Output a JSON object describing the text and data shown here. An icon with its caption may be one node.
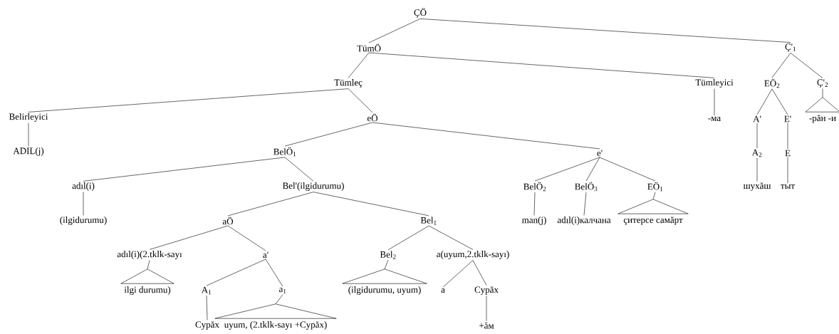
{
  "diagram": {
    "nodes": [
      {
        "text": [
          "ÇÖ"
        ]
      },
      {
        "text": [
          "TümÖ"
        ]
      },
      {
        "text": [
          "Ç'$_{1}$"
        ]
      },
      {
        "text": [
          "Tümleç"
        ]
      },
      {
        "text": [
          "Tümleyici"
        ]
      },
      {
        "text": [
          "EÖ$_{2}$"
        ]
      },
      {
        "text": [
          "Ç'$_{2}$"
        ]
      },
      {
        "text": [
          "Belirleyici"
        ]
      },
      {
        "text": [
          "eÖ"
        ]
      },
      {
        "text": [
          "-ма"
        ]
      },
      {
        "text": [
          "A'"
        ]
      },
      {
        "text": [
          "E'"
        ]
      },
      {
        "text": [],
        "shape": "triangle",
        "beside": [
          "-рăн -и"
        ]
      },
      {
        "text": [
          "ADIL(j)"
        ]
      },
      {
        "text": [
          "BelÖ$_{1}$"
        ]
      },
      {
        "text": [
          "e'"
        ]
      },
      {
        "text": [
          "A$_{2}$"
        ]
      },
      {
        "text": [
          "E"
        ]
      },
      {
        "text": [
          "adıl(i)"
        ]
      },
      {
        "text": [
          "Bel'(ilgidurumu)"
        ]
      },
      {
        "text": [
          "BelÖ$_{2}$"
        ]
      },
      {
        "text": [
          "BelÖ$_{3}$"
        ]
      },
      {
        "text": [
          "EÖ$_{1}$"
        ]
      },
      {
        "text": [
          "шухăш"
        ]
      },
      {
        "text": [
          "тыт"
        ]
      },
      {
        "text": [
          "(ilgidurumu)"
        ]
      },
      {
        "text": [
          "aÖ"
        ]
      },
      {
        "text": [
          "Bel$_{1}$"
        ]
      },
      {
        "text": [
          "man(j)"
        ]
      },
      {
        "text": [
          "adıl(i)калчана"
        ]
      },
      {
        "text": [],
        "shape": "triangle",
        "beside": [
          "çитерсе самăрт"
        ]
      },
      {
        "text": [
          "adıl(i)(2.tklk-sayı"
        ]
      },
      {
        "text": [
          "a'"
        ]
      },
      {
        "text": [
          "Bel$_{2}$"
        ]
      },
      {
        "text": [
          "a(uyum,2.tklk-sayı)"
        ]
      },
      {
        "text": [],
        "shape": "triangle",
        "beside": [
          "ilgi durumu)"
        ]
      },
      {
        "text": [
          "A$_{1}$"
        ]
      },
      {
        "text": [
          "a$_{1}$"
        ]
      },
      {
        "text": [],
        "shape": "triangle",
        "beside": [
          "(ilgidurumu, uyum)"
        ]
      },
      {
        "text": [
          "a"
        ]
      },
      {
        "text": [
          "Cypăx"
        ]
      },
      {
        "text": [
          "Cypăx"
        ]
      },
      {
        "text": [],
        "shape": "triangle",
        "beside": [
          "uyum, (2.tklk-sayı +Cypăx)"
        ]
      },
      {
        "text": [
          "+ăм"
        ]
      }
    ],
    "edges": [
      {
        "from": 0,
        "to": 1,
        "arrow": "none"
      },
      {
        "from": 0,
        "to": 2,
        "arrow": "none"
      },
      {
        "from": 1,
        "to": 3,
        "arrow": "none"
      },
      {
        "from": 1,
        "to": 4,
        "arrow": "none"
      },
      {
        "from": 2,
        "to": 5,
        "arrow": "none"
      },
      {
        "from": 2,
        "to": 6,
        "arrow": "none"
      },
      {
        "from": 3,
        "to": 7,
        "arrow": "none"
      },
      {
        "from": 3,
        "to": 8,
        "arrow": "none"
      },
      {
        "from": 4,
        "to": 9,
        "arrow": "none"
      },
      {
        "from": 5,
        "to": 10,
        "arrow": "none"
      },
      {
        "from": 5,
        "to": 11,
        "arrow": "none"
      },
      {
        "from": 6,
        "to": 12,
        "arrow": "none"
      },
      {
        "from": 7,
        "to": 13,
        "arrow": "none"
      },
      {
        "from": 8,
        "to": 14,
        "arrow": "none"
      },
      {
        "from": 8,
        "to": 15,
        "arrow": "none"
      },
      {
        "from": 10,
        "to": 16,
        "arrow": "none"
      },
      {
        "from": 11,
        "to": 17,
        "arrow": "none"
      },
      {
        "from": 14,
        "to": 18,
        "arrow": "none"
      },
      {
        "from": 14,
        "to": 19,
        "arrow": "none"
      },
      {
        "from": 15,
        "to": 20,
        "arrow": "none"
      },
      {
        "from": 15,
        "to": 21,
        "arrow": "none"
      },
      {
        "from": 15,
        "to": 22,
        "arrow": "none"
      },
      {
        "from": 16,
        "to": 23,
        "arrow": "none"
      },
      {
        "from": 17,
        "to": 24,
        "arrow": "none"
      },
      {
        "from": 18,
        "to": 25,
        "arrow": "none"
      },
      {
        "from": 19,
        "to": 26,
        "arrow": "none"
      },
      {
        "from": 19,
        "to": 27,
        "arrow": "none"
      },
      {
        "from": 20,
        "to": 28,
        "arrow": "none"
      },
      {
        "from": 21,
        "to": 29,
        "arrow": "none"
      },
      {
        "from": 22,
        "to": 30,
        "arrow": "none"
      },
      {
        "from": 26,
        "to": 31,
        "arrow": "none"
      },
      {
        "from": 26,
        "to": 32,
        "arrow": "none"
      },
      {
        "from": 27,
        "to": 33,
        "arrow": "none"
      },
      {
        "from": 27,
        "to": 34,
        "arrow": "none"
      },
      {
        "from": 31,
        "to": 35,
        "arrow": "none"
      },
      {
        "from": 32,
        "to": 36,
        "arrow": "none"
      },
      {
        "from": 32,
        "to": 37,
        "arrow": "none"
      },
      {
        "from": 33,
        "to": 38,
        "arrow": "none"
      },
      {
        "from": 34,
        "to": 39,
        "arrow": "none"
      },
      {
        "from": 34,
        "to": 40,
        "arrow": "none"
      },
      {
        "from": 36,
        "to": 41,
        "arrow": "none"
      },
      {
        "from": 37,
        "to": 42,
        "arrow": "none"
      },
      {
        "from": 40,
        "to": 43,
        "arrow": "none"
      }
    ]
  }
}
